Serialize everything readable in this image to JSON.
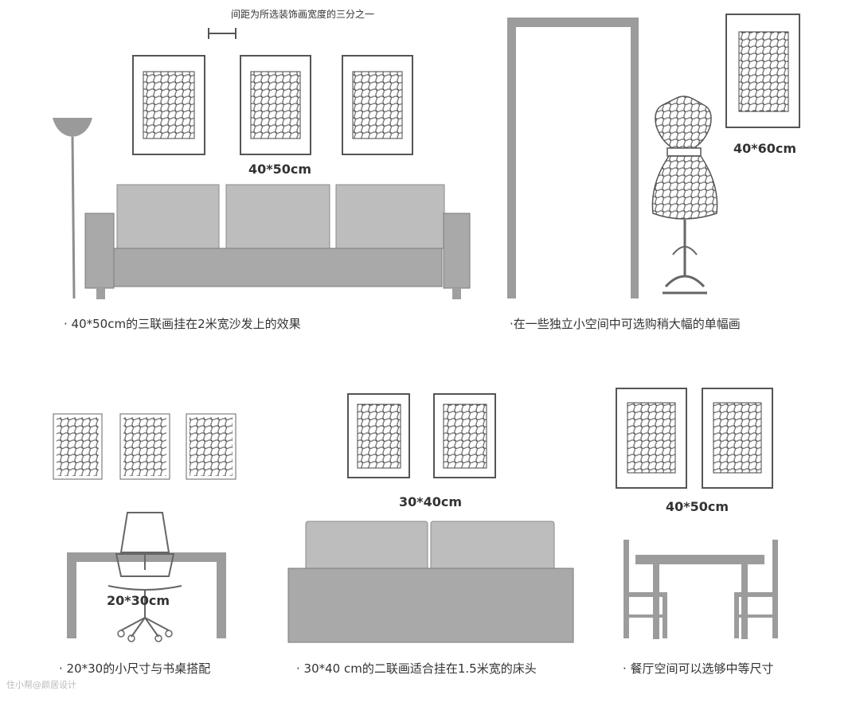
{
  "header": {
    "spacing_note": "间距为所选装饰画宽度的三分之一"
  },
  "panels": {
    "living_room": {
      "size_label": "40*50cm",
      "caption": "·  40*50cm的三联画挂在2米宽沙发上的效果"
    },
    "entry_space": {
      "size_label": "40*60cm",
      "caption": "·在一些独立小空间中可选购稍大幅的单幅画"
    },
    "study_desk": {
      "size_label": "20*30cm",
      "caption": "·  20*30的小尺寸与书桌搭配"
    },
    "bedroom": {
      "size_label": "30*40cm",
      "caption": "·  30*40 cm的二联画适合挂在1.5米宽的床头"
    },
    "dining_room": {
      "size_label": "40*50cm",
      "caption": "·  餐厅空间可以选够中等尺寸"
    }
  },
  "watermark": {
    "text": "住小帮@颜居设计"
  },
  "colors": {
    "furniture_gray": "#a9a9a9",
    "frame_stroke": "#555555",
    "text": "#333333"
  }
}
